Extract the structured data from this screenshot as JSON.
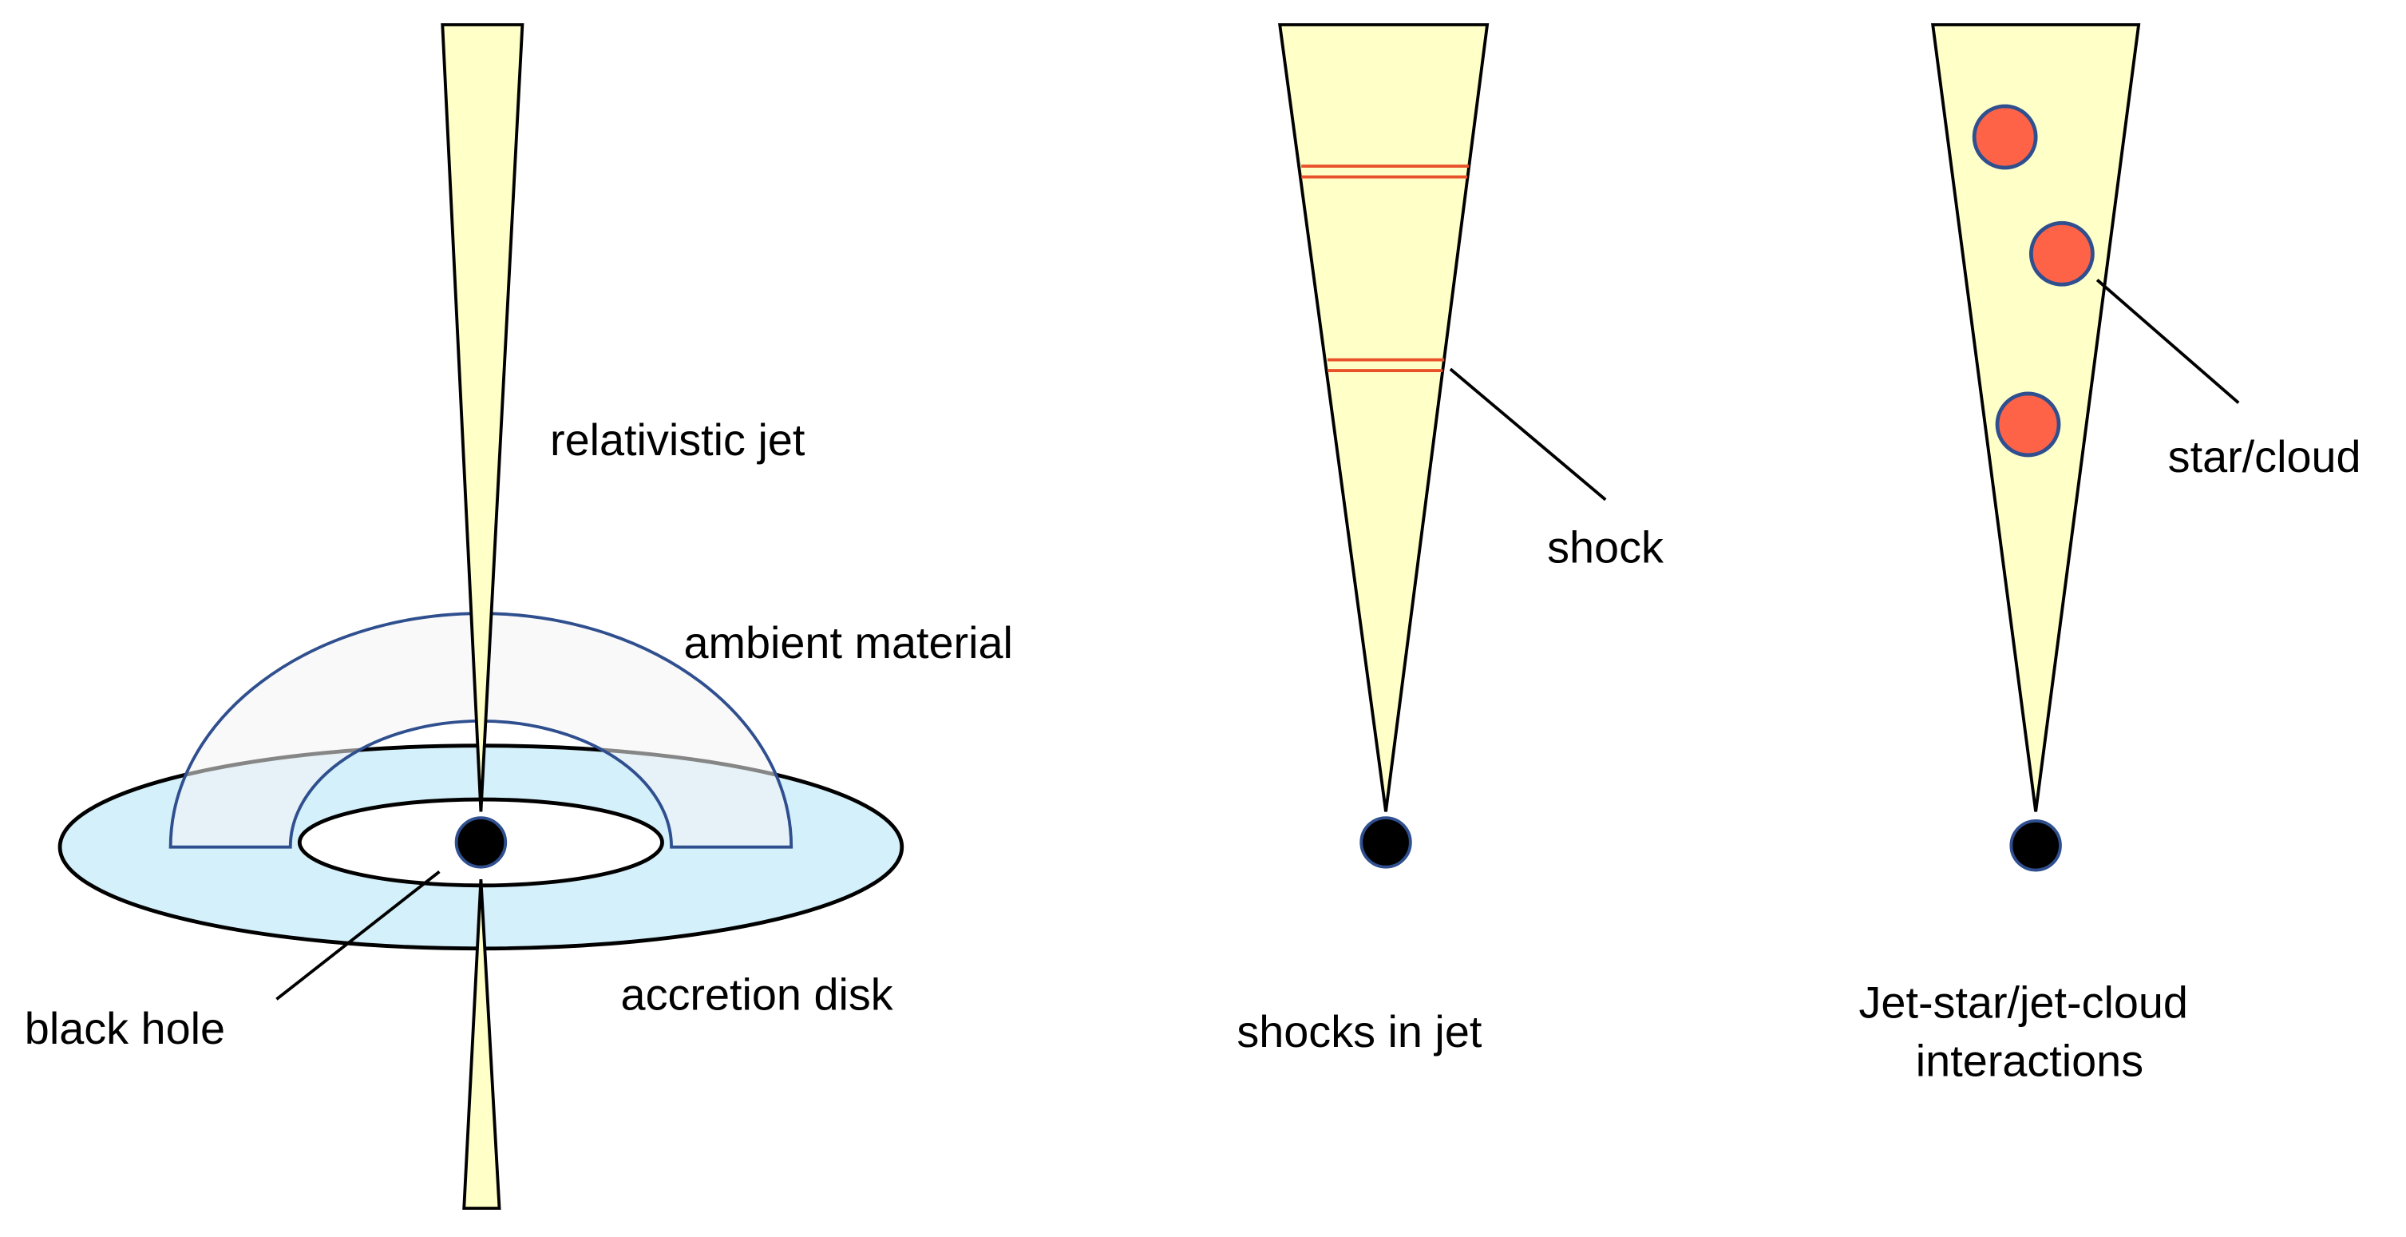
{
  "colors": {
    "jet_fill": "#ffffc8",
    "disk_fill": "#d4f0fa",
    "ambient_fill": "#f4f4f4",
    "ambient_stroke": "#2f4f8f",
    "shock_color": "#e8522a",
    "cloud_fill": "#ff6347",
    "cloud_stroke": "#2f4f8f",
    "black_hole_fill": "#000000",
    "line_color": "#000000"
  },
  "labels": {
    "relativistic_jet": "relativistic jet",
    "ambient_material": "ambient material",
    "accretion_disk": "accretion disk",
    "black_hole": "black hole",
    "shock": "shock",
    "shocks_in_jet": "shocks in jet",
    "star_cloud": "star/cloud",
    "interactions_line1": "Jet-star/jet-cloud",
    "interactions_line2": "interactions"
  }
}
